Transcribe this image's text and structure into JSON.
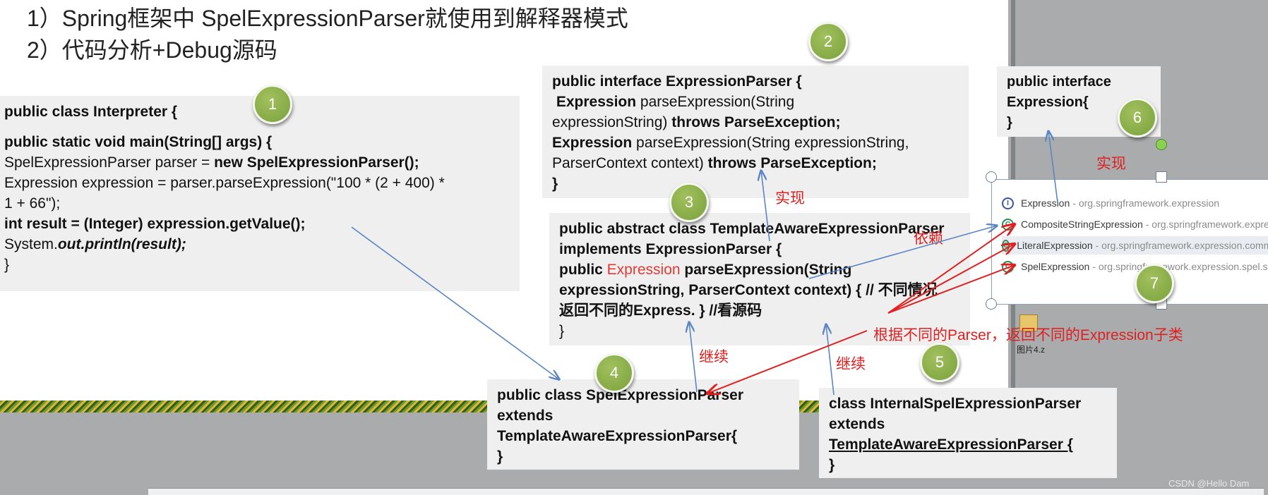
{
  "slide": {
    "points": [
      "1）Spring框架中 SpelExpressionParser就使用到解释器模式",
      "2）代码分析+Debug源码"
    ]
  },
  "boxes": {
    "interpreter": {
      "lines": [
        "public class Interpreter {",
        "public static void main(String[] args) {",
        "SpelExpressionParser parser = ",
        "new SpelExpressionParser();",
        "Expression expression = parser.parseExpression(\"100 * (2 + 400) *",
        "1 + 66\");",
        "int result = (Integer) expression.getValue();",
        "System.",
        "out.println(result);",
        "}"
      ]
    },
    "expression_parser": {
      "lines": [
        "public interface ExpressionParser {",
        "Expression",
        " parseExpression(String",
        "expressionString) ",
        "throws ParseException;",
        "Expression",
        " parseExpression(String expressionString,",
        "ParserContext context) ",
        "throws ParseException;",
        "}"
      ]
    },
    "expression_interface": {
      "lines": [
        "public interface",
        "Expression{",
        "}"
      ]
    },
    "template_aware": {
      "lines": [
        "public abstract class TemplateAwareExpressionParser",
        "implements ExpressionParser {",
        "public ",
        "Expression",
        " parseExpression(String",
        "expressionString, ParserContext context) { // 不同情况",
        "返回不同的Express. } //看源码",
        "}"
      ]
    },
    "spel_parser": {
      "lines": [
        "public class SpelExpressionParser",
        "extends",
        "TemplateAwareExpressionParser{",
        "}"
      ]
    },
    "internal_parser": {
      "lines": [
        "class InternalSpelExpressionParser",
        "extends",
        "TemplateAwareExpressionParser {",
        "}"
      ]
    }
  },
  "badges": [
    "1",
    "2",
    "3",
    "4",
    "5",
    "6",
    "7"
  ],
  "labels": {
    "implement_1": "实现",
    "implement_2": "实现",
    "depend": "依赖",
    "inherit_1": "继续",
    "inherit_2": "继续",
    "note": "根据不同的Parser，返回不同的Expression子类"
  },
  "hierarchy_panel": {
    "rows": [
      {
        "name": "Expression",
        "pkg": "- org.springframework.expression",
        "kind": "interface"
      },
      {
        "name": "CompositeStringExpression",
        "pkg": "- org.springframework.express",
        "kind": "class"
      },
      {
        "name": "LiteralExpression",
        "pkg": "- org.springframework.expression.commo",
        "kind": "class"
      },
      {
        "name": "SpelExpression",
        "pkg": "- org.springframework.expression.spel.stan",
        "kind": "class"
      }
    ]
  },
  "desktop": {
    "file_label": "图片4.z"
  },
  "watermark": "CSDN @Hello Dam",
  "colors": {
    "accent_red": "#e02020",
    "arrow_blue": "#5b86c3",
    "badge_green": "#79a13c"
  }
}
